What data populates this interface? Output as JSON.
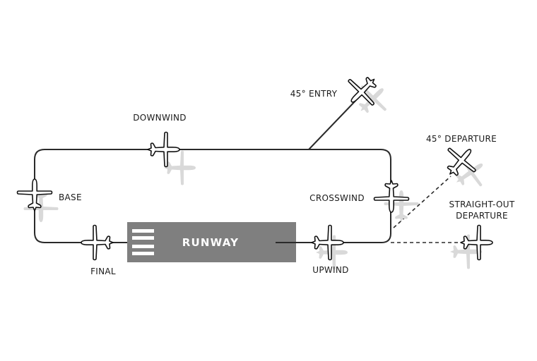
{
  "runway": {
    "label": "RUNWAY",
    "color": "#7f7f7f"
  },
  "legs": {
    "downwind": "DOWNWIND",
    "base": "BASE",
    "final": "FINAL",
    "upwind": "UPWIND",
    "crosswind": "CROSSWIND",
    "entry45": "45° ENTRY",
    "departure45": "45° DEPARTURE",
    "straight_out_line1": "STRAIGHT-OUT",
    "straight_out_line2": "DEPARTURE"
  },
  "icons": {
    "aircraft": "airplane-icon",
    "shadow": "airplane-shadow"
  },
  "colors": {
    "line": "#2a2a2a",
    "plane_fill": "#ffffff",
    "shadow": "#d9d9d9"
  }
}
